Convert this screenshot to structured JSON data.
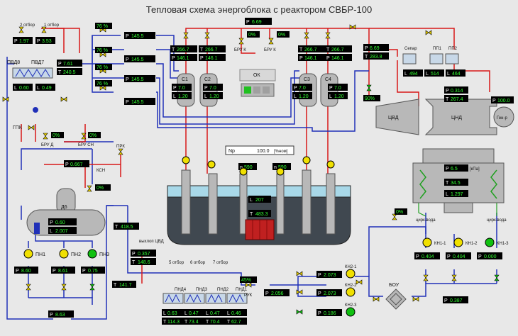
{
  "title": "Тепловая схема энергоблока с реактором СВБР-100",
  "colors": {
    "steam": "#d81818",
    "water": "#2030b8",
    "drain": "#20a020",
    "pump_on": "#f0e000",
    "pump_green": "#10c010",
    "readout_bg": "#000000",
    "readout_val": "#33ff33"
  },
  "top": {
    "p_main": "6.69"
  },
  "pvd": {
    "pvd8": "ПВД8",
    "pvd7": "ПВД7",
    "ext2": "2 отбор",
    "ext1": "1 отбор",
    "p8": "1.97",
    "p7": "3.53",
    "l8": "0.60",
    "l7": "0.49",
    "p_out": "7.61",
    "t_out": "240.5"
  },
  "valves_left": [
    {
      "pct": "76 %",
      "p": "145.5"
    },
    {
      "pct": "76 %",
      "p": "145.5"
    },
    {
      "pct": "76 %",
      "p": "145.5"
    },
    {
      "pct": "76 %",
      "p": "145.5"
    }
  ],
  "sg": [
    {
      "name": "С1",
      "t": "266.7",
      "p": "146.1",
      "p2": "7.0",
      "l": "1.20"
    },
    {
      "name": "С2",
      "t": "266.7",
      "p": "146.1",
      "p2": "7.0",
      "l": "1.20"
    },
    {
      "name": "С3",
      "t": "266.7",
      "p": "146.1",
      "p2": "7.0",
      "l": "1.20"
    },
    {
      "name": "С4",
      "t": "266.7",
      "p": "146.1",
      "p2": "7.0",
      "l": "1.20"
    }
  ],
  "bru_k": [
    {
      "name": "БРУ К",
      "pct": "0%"
    },
    {
      "name": "БРУ К",
      "pct": "0%"
    }
  ],
  "ok_label": "ОК",
  "turbine": {
    "p_in": "6.69",
    "t_in": "283.8",
    "valve_pct": "90%",
    "cvd": "ЦВД",
    "cnd": "ЦНД",
    "gen": "Ген-р",
    "gen_val": "100.0",
    "separator": "Сепар",
    "pp1": "ПП1",
    "pp2": "ПП2",
    "l_sep": "494",
    "l_pp1": "514",
    "l_pp2": "464",
    "p_cnd": "0.314",
    "t_cnd": "267.4"
  },
  "condenser": {
    "p": "6.5",
    "p_unit": "[кПа]",
    "t": "34.5",
    "l": "1.297",
    "cw_in": "цирк.вода",
    "cw_out": "цирк.вода"
  },
  "reactor": {
    "np_label": "Np",
    "np_val": "100.0",
    "np_unit": "[%ном]",
    "n1": "590",
    "n2": "590",
    "l": "207",
    "t": "483.3"
  },
  "gpk": {
    "label": "ГПК",
    "bru_d": "БРУ Д",
    "bru_d_pct": "0%",
    "bru_sn": "БРУ СН",
    "bru_sn_pct": "0%",
    "p": "0.667",
    "ksn": "КСН",
    "prk": "ПРК"
  },
  "deaerator": {
    "name": "Д6",
    "valve_pct": "0%",
    "p": "0.60",
    "l": "2.007",
    "t_out": "418.5"
  },
  "pn": [
    {
      "name": "ПН1",
      "p": "8.60"
    },
    {
      "name": "ПН2",
      "p": "8.61"
    },
    {
      "name": "ПН3",
      "p": "0.75"
    }
  ],
  "pn_p_out": "8.63",
  "pnd": {
    "label_usp": "выхлоп ЦВД",
    "p_usp": "0.357",
    "t_usp": "148.6",
    "ext": [
      "5 отбор",
      "6 отбор",
      "7 отбор"
    ],
    "names": [
      "ПНД4",
      "ПНД3",
      "ПНД2",
      "ПНД1"
    ],
    "l": [
      "0.63",
      "0.47",
      "0.47",
      "0.46"
    ],
    "t": [
      "114.3",
      "73.4",
      "70.4",
      "62.7"
    ],
    "t_in": "141.7",
    "ruk_pct": "45%",
    "ruk": "РУК",
    "p_after": "2.056"
  },
  "kn2": [
    {
      "name": "КН2-1",
      "p": "2.073"
    },
    {
      "name": "КН2-2",
      "p": "2.073"
    },
    {
      "name": "КН2-3",
      "p": "0.186"
    }
  ],
  "bou": "БОУ",
  "bou_p": "0.387",
  "kn1": [
    {
      "name": "КН1-1",
      "p": "0.404"
    },
    {
      "name": "КН1-2",
      "p": "0.404"
    },
    {
      "name": "КН1-3",
      "p": "0.000"
    }
  ],
  "kn1_valve_pct": "0%"
}
